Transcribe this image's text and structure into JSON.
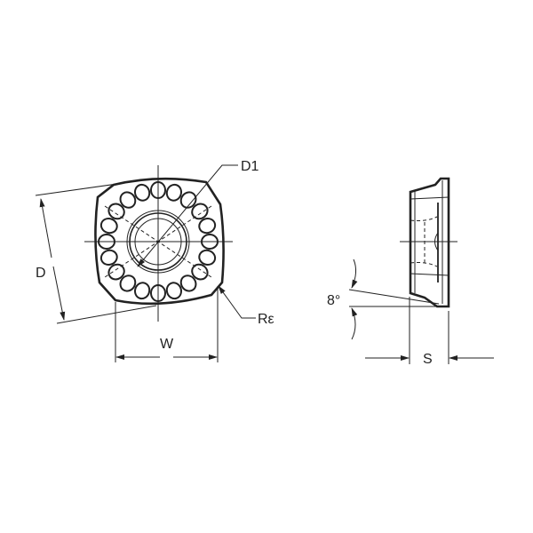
{
  "labels": {
    "d1": "D1",
    "d": "D",
    "r_epsilon": "Rε",
    "w": "W",
    "angle": "8°",
    "s": "S"
  },
  "colors": {
    "line": "#222222",
    "background": "#ffffff"
  }
}
